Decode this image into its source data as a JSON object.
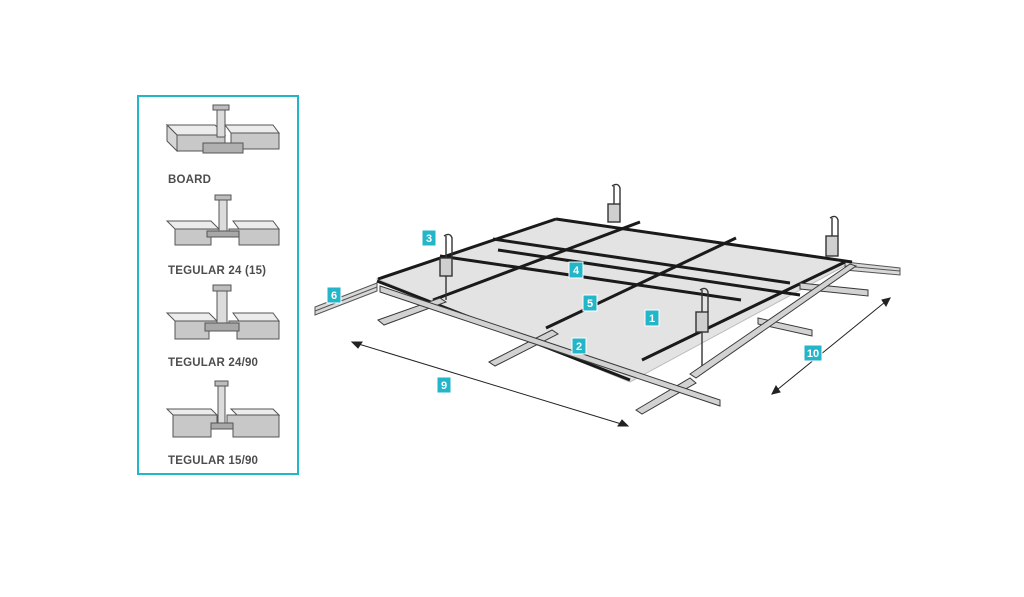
{
  "edge_types": [
    {
      "label": "BOARD"
    },
    {
      "label": "TEGULAR 24 (15)"
    },
    {
      "label": "TEGULAR 24/90"
    },
    {
      "label": "TEGULAR 15/90"
    }
  ],
  "callouts": {
    "panel": "1",
    "main_runner": "2",
    "hanger": "3",
    "cross_tee_long": "4",
    "cross_tee_short": "5",
    "wall_angle": "6",
    "dimension_length": "9",
    "dimension_width": "10"
  },
  "colors": {
    "accent": "#23b5c8",
    "panel_fill": "#e3e3e3",
    "grid_line": "#1a1a1a",
    "label_text": "#4d4d4d"
  }
}
